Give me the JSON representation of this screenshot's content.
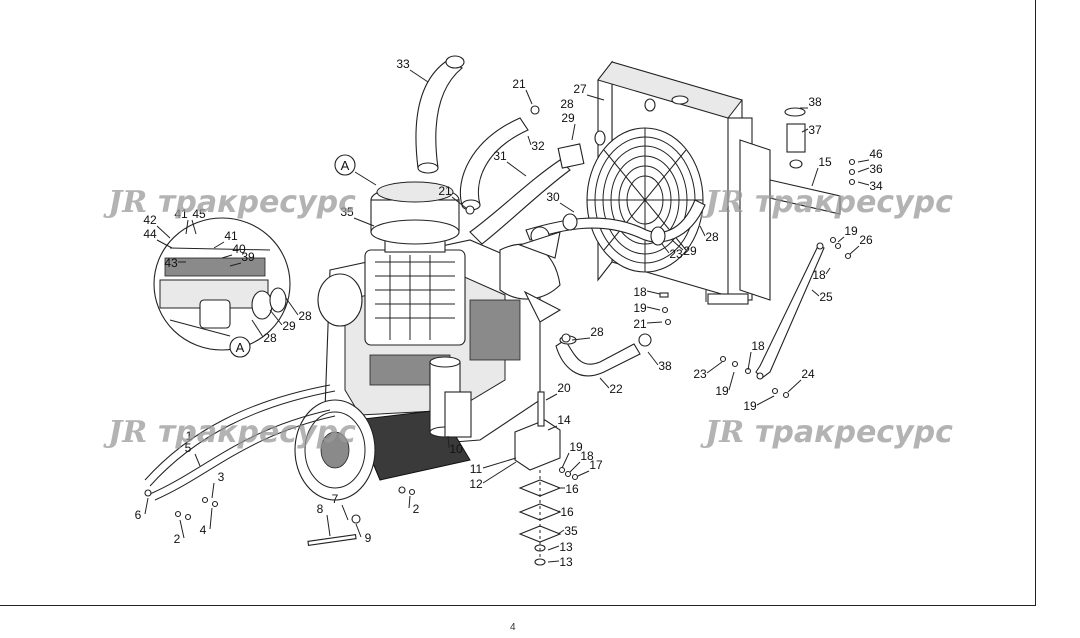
{
  "watermark": {
    "logo": "JR",
    "text": "тракресурс"
  },
  "callouts": {
    "view_a_top": "A",
    "view_a_inset": "A"
  },
  "page_number": "4",
  "part_labels": [
    "33",
    "21",
    "28",
    "29",
    "27",
    "38",
    "37",
    "32",
    "31",
    "46",
    "36",
    "34",
    "15",
    "35",
    "21",
    "30",
    "42",
    "41",
    "45",
    "44",
    "41",
    "40",
    "43",
    "39",
    "28",
    "29",
    "28",
    "19",
    "26",
    "18",
    "25",
    "28",
    "29",
    "23",
    "18",
    "19",
    "21",
    "28",
    "38",
    "22",
    "20",
    "18",
    "23",
    "19",
    "24",
    "19",
    "14",
    "10",
    "19",
    "18",
    "17",
    "11",
    "12",
    "16",
    "16",
    "35",
    "13",
    "13",
    "5",
    "3",
    "6",
    "2",
    "4",
    "8",
    "7",
    "9",
    "2",
    "1"
  ]
}
